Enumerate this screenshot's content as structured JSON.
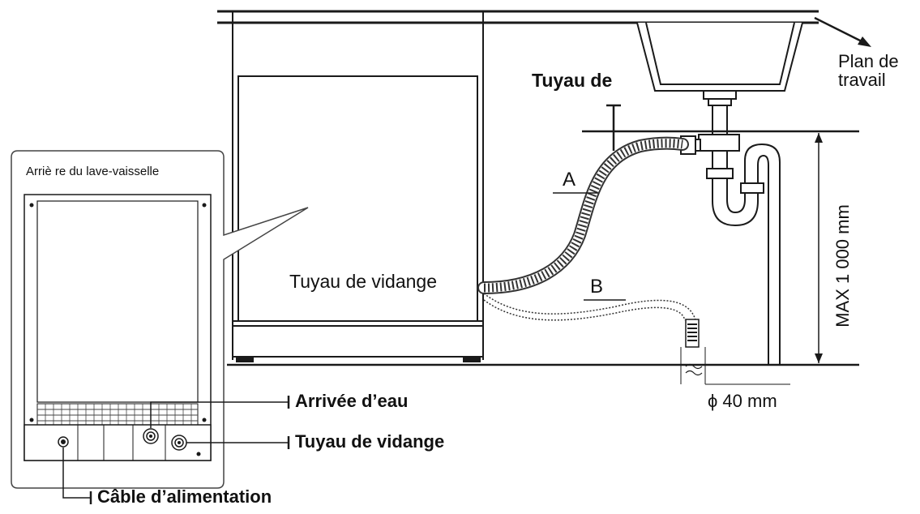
{
  "labels": {
    "rear_title": "Arriè re du lave-vaisselle",
    "worktop": "Plan de\ntravail",
    "drain_hose_top": "Tuyau de",
    "drain_hose_middle": "Tuyau de vidange",
    "point_a": "A",
    "point_b": "B",
    "max_height": "MAX 1 000 mm",
    "diameter": "ϕ 40 mm",
    "water_inlet": "Arrivée d’eau",
    "drain_hose_rear": "Tuyau de vidange",
    "power_cable": "Câble d’alimentation"
  },
  "colors": {
    "line": "#1a1a1a",
    "hose": "#333333",
    "panel_border": "#444444"
  }
}
